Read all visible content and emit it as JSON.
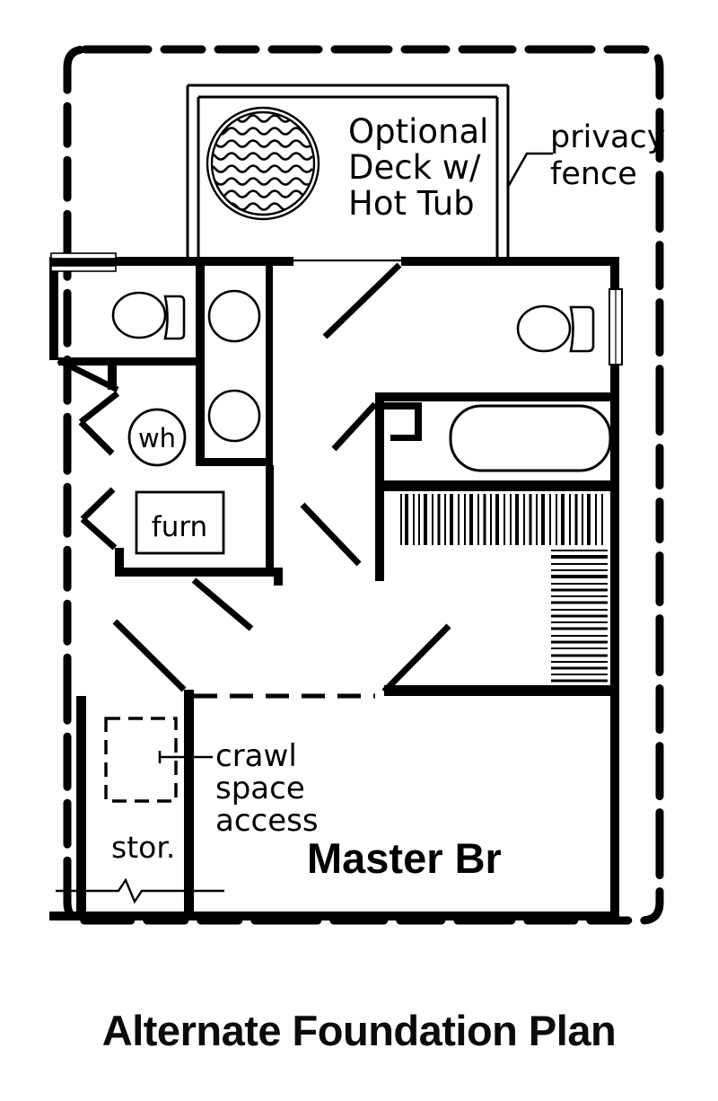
{
  "plan": {
    "title": "Alternate Foundation Plan",
    "drawing_type": "architectural floor plan",
    "line_color": "#000000",
    "background_color": "#ffffff"
  },
  "labels": {
    "deck": {
      "line1": "Optional",
      "line2": "Deck w/",
      "line3": "Hot Tub"
    },
    "privacy_fence": {
      "line1": "privacy",
      "line2": "fence"
    },
    "crawl_space": {
      "line1": "crawl",
      "line2": "space",
      "line3": "access"
    },
    "water_heater": "wh",
    "furnace": "furn",
    "storage": "stor.",
    "master_bedroom": "Master Br"
  },
  "rooms": [
    {
      "name": "Optional Deck w/ Hot Tub",
      "type": "deck"
    },
    {
      "name": "Master Br",
      "type": "bedroom"
    },
    {
      "name": "stor.",
      "type": "storage"
    },
    {
      "name": "furn",
      "type": "mechanical"
    },
    {
      "name": "wh",
      "type": "mechanical"
    }
  ],
  "fixtures": [
    {
      "name": "hot-tub",
      "shape": "circle-with-water-waves"
    },
    {
      "name": "toilet-left-bath",
      "shape": "oval-with-tank"
    },
    {
      "name": "toilet-master-bath",
      "shape": "oval-with-tank"
    },
    {
      "name": "sink-upper",
      "shape": "circle"
    },
    {
      "name": "sink-lower",
      "shape": "circle"
    },
    {
      "name": "bathtub",
      "shape": "rounded-rectangle"
    },
    {
      "name": "water-heater",
      "shape": "circle-labeled"
    },
    {
      "name": "furnace",
      "shape": "rectangle-labeled"
    },
    {
      "name": "crawl-space-access",
      "shape": "dashed-square"
    },
    {
      "name": "closet-shelf-top",
      "shape": "hatch-vertical"
    },
    {
      "name": "closet-shelf-right",
      "shape": "hatch-horizontal"
    },
    {
      "name": "window-master-bath",
      "shape": "window-mullion"
    },
    {
      "name": "window-left-wall",
      "shape": "window-mullion"
    }
  ]
}
